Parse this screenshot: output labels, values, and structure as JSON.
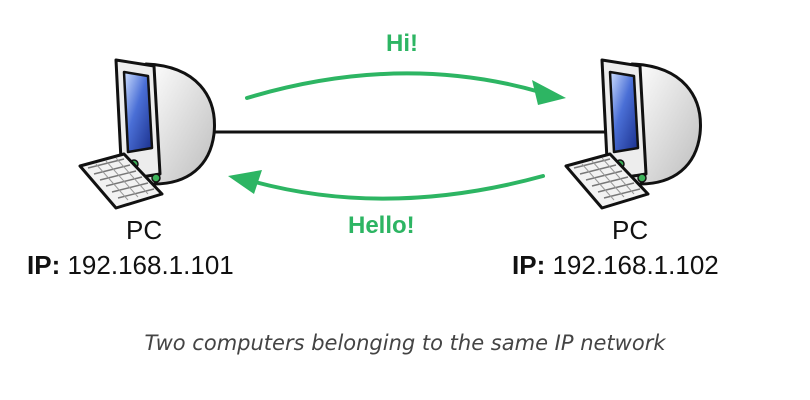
{
  "colors": {
    "arrow": "#2db563",
    "message_text": "#2db563",
    "cable": "#111111",
    "screen": "#2f4fb8",
    "monitor_body": "#e6e6e6",
    "led": "#3db35a"
  },
  "messages": {
    "top": "Hi!",
    "bottom": "Hello!"
  },
  "computers": [
    {
      "label": "PC",
      "ip_prefix": "IP:",
      "ip_value": "192.168.1.101",
      "icon": "desktop-computer-icon"
    },
    {
      "label": "PC",
      "ip_prefix": "IP:",
      "ip_value": "192.168.1.102",
      "icon": "desktop-computer-icon"
    }
  ],
  "caption": "Two computers belonging to the same IP network"
}
